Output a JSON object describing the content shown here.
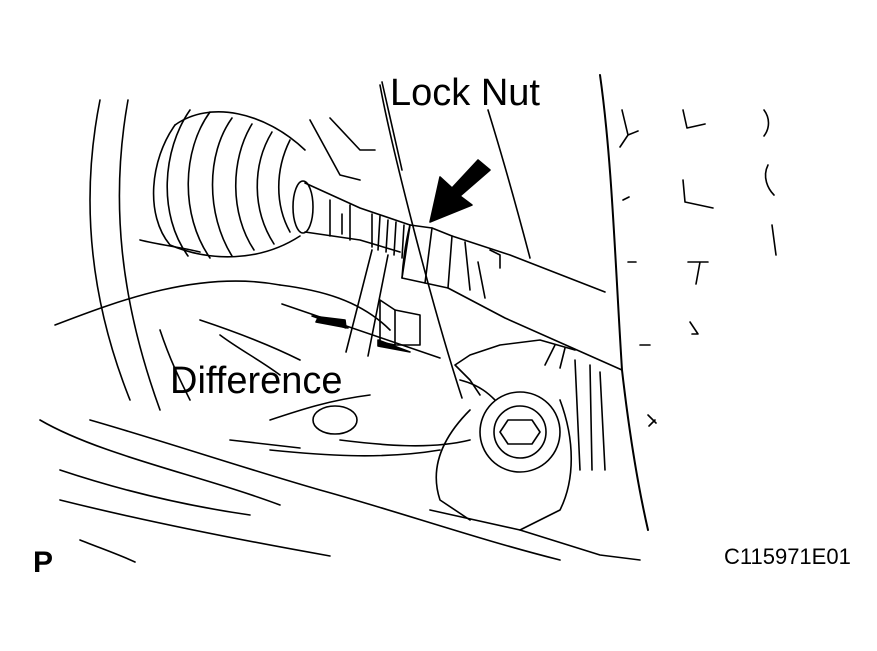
{
  "labels": {
    "lock_nut": "Lock Nut",
    "difference": "Difference",
    "view_marker": "P",
    "figure_code": "C115971E01"
  }
}
